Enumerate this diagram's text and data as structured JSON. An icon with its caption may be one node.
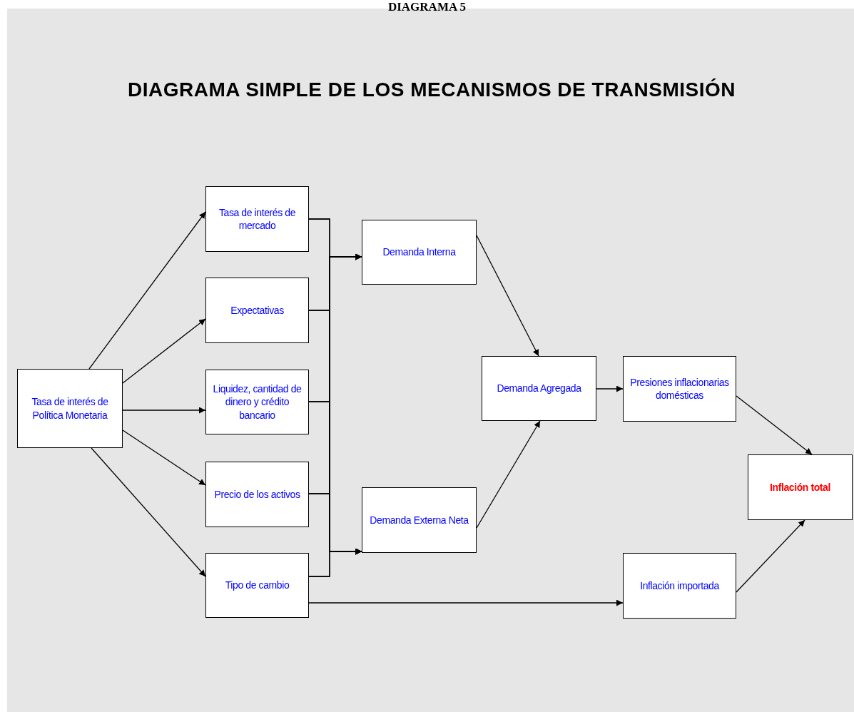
{
  "diagram": {
    "title": "DIAGRAMA SIMPLE DE LOS MECANISMOS DE TRANSMISIÓN",
    "nodes": [
      {
        "text": [
          "Tasa de interés de Política Monetaria"
        ]
      },
      {
        "text": [
          "Tasa de interés de mercado"
        ]
      },
      {
        "text": [
          "Expectativas"
        ]
      },
      {
        "text": [
          "Liquidez, cantidad de dinero y crédito bancario"
        ]
      },
      {
        "text": [
          "Precio de los activos"
        ]
      },
      {
        "text": [
          "Tipo de cambio"
        ]
      },
      {
        "text": [
          "Demanda Interna"
        ]
      },
      {
        "text": [
          "Demanda Externa Neta"
        ]
      },
      {
        "text": [
          "Demanda Agregada"
        ]
      },
      {
        "text": [
          "Presiones inflacionarias domésticas"
        ]
      },
      {
        "text": [
          "Inflación importada"
        ]
      },
      {
        "text": [
          "Inflación total"
        ]
      }
    ],
    "edges": [
      {
        "from": 0,
        "to": 1,
        "arrow": "to"
      },
      {
        "from": 0,
        "to": 2,
        "arrow": "to"
      },
      {
        "from": 0,
        "to": 3,
        "arrow": "to"
      },
      {
        "from": 0,
        "to": 4,
        "arrow": "to"
      },
      {
        "from": 0,
        "to": 5,
        "arrow": "to"
      },
      {
        "from": 1,
        "to": 6,
        "arrow": "to"
      },
      {
        "from": 2,
        "to": 6,
        "arrow": "to"
      },
      {
        "from": 3,
        "to": 6,
        "arrow": "to"
      },
      {
        "from": 4,
        "to": 6,
        "arrow": "to"
      },
      {
        "from": 5,
        "to": 6,
        "arrow": "to"
      },
      {
        "from": 1,
        "to": 7,
        "arrow": "to"
      },
      {
        "from": 2,
        "to": 7,
        "arrow": "to"
      },
      {
        "from": 3,
        "to": 7,
        "arrow": "to"
      },
      {
        "from": 4,
        "to": 7,
        "arrow": "to"
      },
      {
        "from": 5,
        "to": 7,
        "arrow": "to"
      },
      {
        "from": 6,
        "to": 8,
        "arrow": "to"
      },
      {
        "from": 7,
        "to": 8,
        "arrow": "to"
      },
      {
        "from": 8,
        "to": 9,
        "arrow": "to"
      },
      {
        "from": 9,
        "to": 11,
        "arrow": "to"
      },
      {
        "from": 5,
        "to": 10,
        "arrow": "to"
      },
      {
        "from": 10,
        "to": 11,
        "arrow": "to"
      }
    ],
    "labels": [
      "DIAGRAMA 5"
    ]
  }
}
